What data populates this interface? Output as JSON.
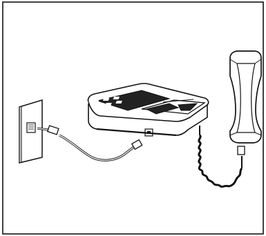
{
  "figure": {
    "kind": "line-art installation illustration",
    "subjects": [
      "wall-jack",
      "telephone-base",
      "line-cord",
      "handset",
      "coiled-handset-cord"
    ],
    "colors": {
      "ink": "#111111",
      "paper": "#ffffff",
      "shade": "#222222",
      "light-shade": "#d9d9d9"
    }
  }
}
